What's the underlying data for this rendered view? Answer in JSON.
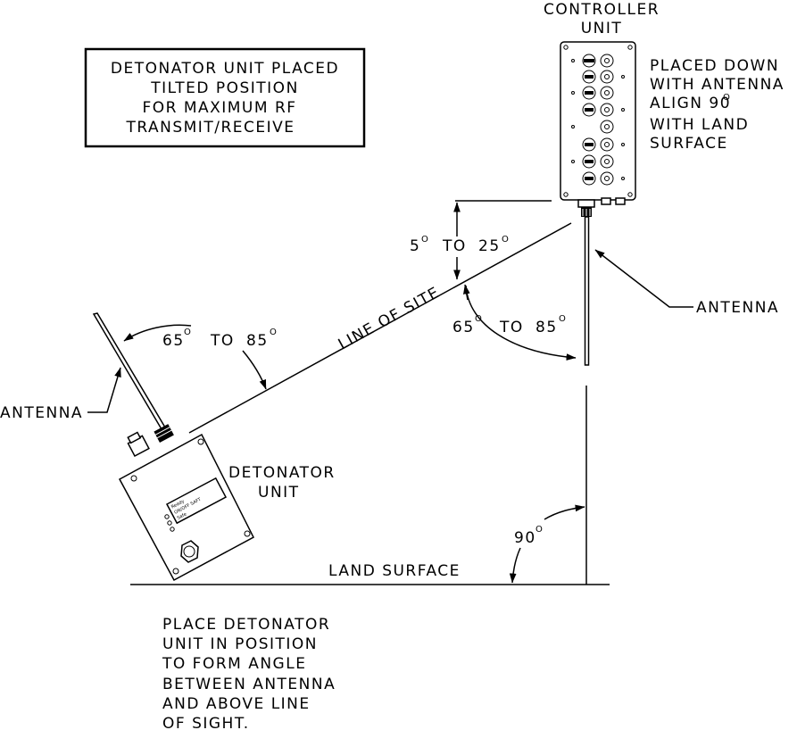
{
  "colors": {
    "ink": "#000000",
    "paper": "#ffffff"
  },
  "note_box": {
    "lines": [
      "DETONATOR UNIT PLACED",
      "TILTED POSITION",
      "FOR MAXIMUM RF",
      "TRANSMIT/RECEIVE"
    ]
  },
  "controller": {
    "title_lines": [
      "CONTROLLER",
      "UNIT"
    ],
    "placement_note_lines": [
      "PLACED DOWN",
      "WITH ANTENNA",
      "ALIGN 90",
      "WITH LAND",
      "SURFACE"
    ],
    "degree_mark": "O"
  },
  "labels": {
    "antenna_right": "ANTENNA",
    "antenna_left": "ANTENNA",
    "line_of_site": "LINE OF SITE",
    "detonator_lines": [
      "DETONATOR",
      "UNIT"
    ],
    "land_surface": "LAND SURFACE"
  },
  "angles": {
    "elevation": {
      "a": "5",
      "to": "TO",
      "b": "25"
    },
    "controller_antenna": {
      "a": "65",
      "to": "TO",
      "b": "85"
    },
    "detonator_antenna": {
      "a": "65",
      "to": "TO",
      "b": "85"
    },
    "right_angle": {
      "value": "90"
    },
    "degree_mark": "O"
  },
  "detonator_display_lines": [
    "Ready",
    "ON/OFF SAFT",
    "Safe"
  ],
  "instruction_lines": [
    "PLACE DETONATOR",
    "UNIT IN POSITION",
    "TO FORM ANGLE",
    "BETWEEN ANTENNA",
    "AND ABOVE LINE",
    "OF SIGHT."
  ]
}
